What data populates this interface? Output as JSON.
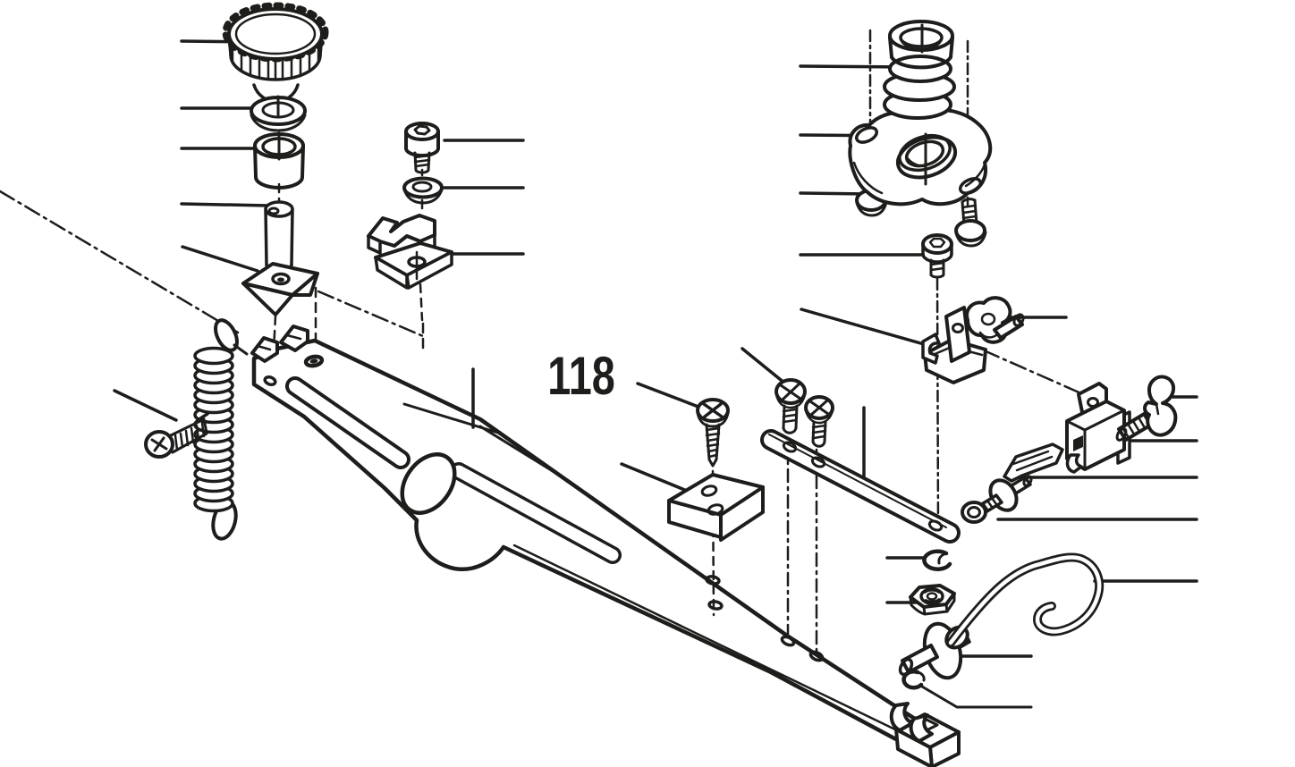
{
  "diagram": {
    "type": "exploded-parts-diagram",
    "subject": "mechanical-linkage-arm-assembly",
    "figure_label": "118",
    "colors": {
      "line": "#1d1d1b",
      "background": "#ffffff"
    },
    "parts": [
      "knurled-knob",
      "slotted-washer",
      "bushing",
      "pivot-pin",
      "wedge-block",
      "cap-screw",
      "flat-washer",
      "clamp-bracket",
      "tension-spring",
      "phillips-screw",
      "main-arm",
      "arm-end-block",
      "tapping-screw",
      "angle-bracket",
      "pan-head-screw-1",
      "pan-head-screw-2",
      "link-bar",
      "cushion-stack",
      "flange-plate",
      "flange-screw-left",
      "flange-screw-right",
      "socket-screw",
      "hinge-bracket",
      "hinge-pin",
      "clevis-block",
      "wing-bolt",
      "blade-spring",
      "shoulder-screw",
      "lock-washer",
      "hex-nut",
      "handle-rod",
      "clevis-pin",
      "e-ring"
    ]
  }
}
